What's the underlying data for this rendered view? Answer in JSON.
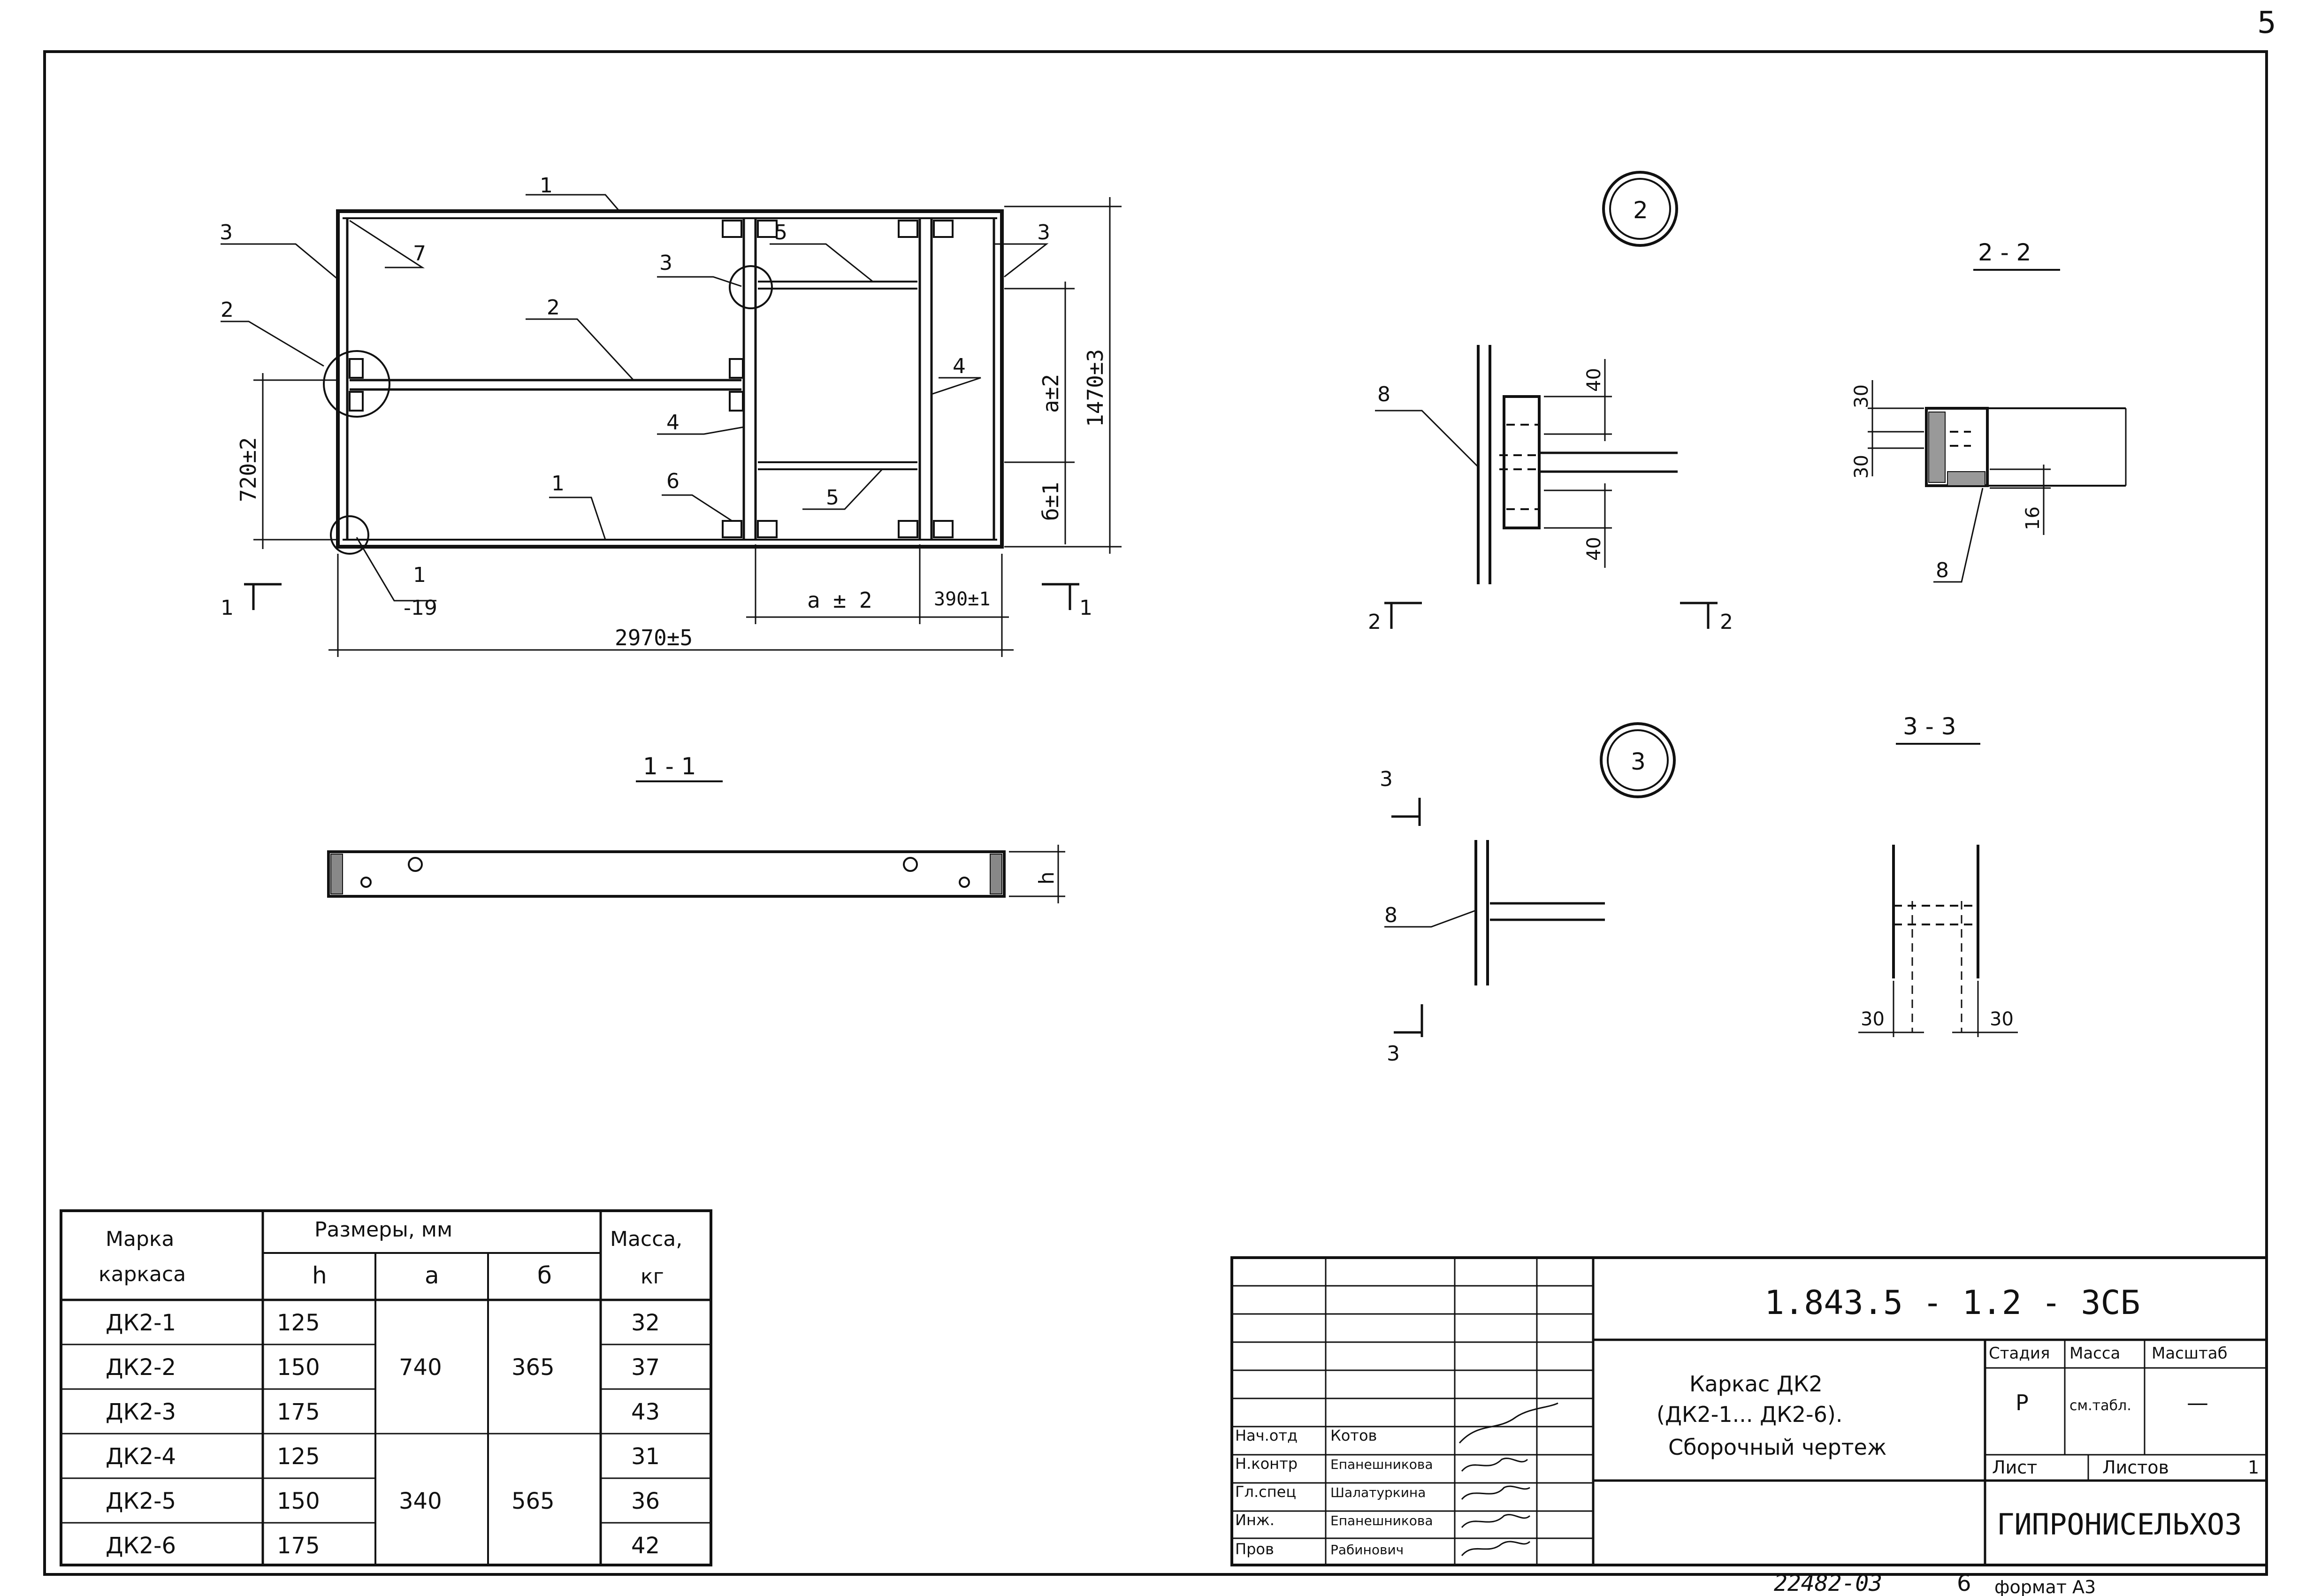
{
  "sheet": {
    "corner_number": "5",
    "bottom_code": "22482-03",
    "bottom_num": "6",
    "format": "формат А3"
  },
  "plan": {
    "labels": {
      "l1_top": "1",
      "l3_left": "3",
      "l7": "7",
      "l3_mid": "3",
      "l5_top": "5",
      "l3_right": "3",
      "l2_left": "2",
      "l2_mid": "2",
      "l4_mid": "4",
      "l4_right": "4",
      "l1_bot": "1",
      "l6": "6",
      "l5_bot": "5",
      "l1_corner": "1",
      "l19": "-19"
    },
    "dims": {
      "width": "2970±5",
      "a_bottom": "a ± 2",
      "d390": "390±1",
      "d720": "720±2",
      "a_right": "a±2",
      "b_right": "б±1",
      "d1470": "1470±3"
    },
    "section_marks": {
      "left_num": "1",
      "right_num": "1"
    }
  },
  "section_1_1": {
    "title": "1 - 1",
    "h": "h"
  },
  "node_2": {
    "circle": "2",
    "lbl8": "8",
    "d40_top": "40",
    "d40_bot": "40",
    "sec_left": "2",
    "sec_right": "2"
  },
  "section_2_2": {
    "title": "2 - 2",
    "d30_top": "30",
    "d30_bot": "30",
    "d16": "16",
    "lbl8": "8"
  },
  "node_3": {
    "circle": "3",
    "lbl8": "8",
    "sec_top": "3",
    "sec_bot": "3"
  },
  "section_3_3": {
    "title": "3 - 3",
    "d30_left": "30",
    "d30_right": "30"
  },
  "spec_table": {
    "header": {
      "mark": "Марка",
      "mark2": "каркаса",
      "sizes": "Размеры, мм",
      "mass": "Масса,",
      "mass_unit": "кг",
      "h": "h",
      "a": "a",
      "b": "б"
    },
    "rows": [
      {
        "mark": "ДК2-1",
        "h": "125",
        "mass": "32"
      },
      {
        "mark": "ДК2-2",
        "h": "150",
        "mass": "37"
      },
      {
        "mark": "ДК2-3",
        "h": "175",
        "mass": "43"
      },
      {
        "mark": "ДК2-4",
        "h": "125",
        "mass": "31"
      },
      {
        "mark": "ДК2-5",
        "h": "150",
        "mass": "36"
      },
      {
        "mark": "ДК2-6",
        "h": "175",
        "mass": "42"
      }
    ],
    "groups": [
      {
        "a": "740",
        "b": "365"
      },
      {
        "a": "340",
        "b": "565"
      }
    ]
  },
  "title_block": {
    "doc_code": "1.843.5 - 1.2 - 3СБ",
    "title_l1": "Каркас ДК2",
    "title_l2": "(ДК2-1... ДК2-6).",
    "title_l3": "Сборочный чертеж",
    "stage_h": "Стадия",
    "mass_h": "Масса",
    "scale_h": "Масштаб",
    "stage": "Р",
    "mass": "см.табл.",
    "scale": "—",
    "sheet_h": "Лист",
    "sheets_h": "Листов",
    "sheets": "1",
    "org": "ГИПРОНИСЕЛЬХОЗ",
    "sign_rows": [
      {
        "role": "Нач.отд",
        "name": "Котов"
      },
      {
        "role": "Н.контр",
        "name": "Епанешникова"
      },
      {
        "role": "Гл.спец",
        "name": "Шалатуркина"
      },
      {
        "role": "Инж.",
        "name": "Епанешникова"
      },
      {
        "role": "Пров",
        "name": "Рабинович"
      }
    ]
  }
}
